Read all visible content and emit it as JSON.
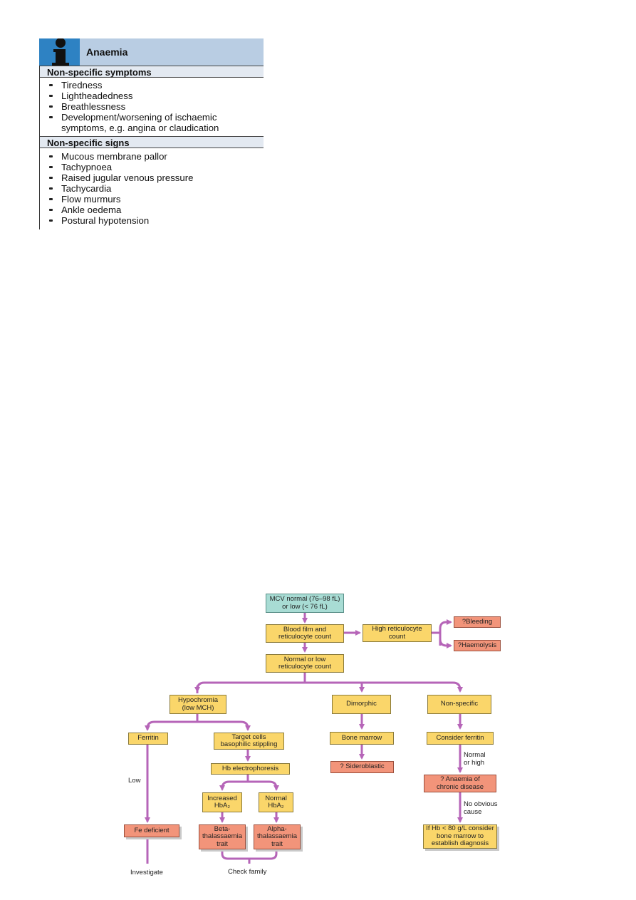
{
  "infobox": {
    "title": "Anaemia",
    "sections": [
      {
        "heading": "Non-specific symptoms",
        "items": [
          "Tiredness",
          "Lightheadedness",
          "Breathlessness",
          "Development/worsening of ischaemic symptoms, e.g. angina or claudication"
        ]
      },
      {
        "heading": "Non-specific signs",
        "items": [
          "Mucous membrane pallor",
          "Tachypnoea",
          "Raised jugular venous pressure",
          "Tachycardia",
          "Flow murmurs",
          "Ankle oedema",
          "Postural hypotension"
        ]
      }
    ]
  },
  "flowchart": {
    "colors": {
      "arrow": "#b665b8",
      "yellow": "#fad66a",
      "teal": "#a8dcd4",
      "red": "#f2947a"
    },
    "nodes": {
      "mcv": "MCV normal (76–98 fL)\nor low (< 76 fL)",
      "blood_film": "Blood film and\nreticulocyte count",
      "high_retic": "High reticulocyte\ncount",
      "bleeding": "?Bleeding",
      "haemolysis": "?Haemolysis",
      "normal_low_retic": "Normal or low\nreticulocyte count",
      "hypochromia": "Hypochromia\n(low MCH)",
      "dimorphic": "Dimorphic",
      "non_specific": "Non-specific",
      "ferritin": "Ferritin",
      "target_cells": "Target cells\nbasophilic stippling",
      "bone_marrow": "Bone marrow",
      "consider_ferritin": "Consider ferritin",
      "hb_electrophoresis": "Hb electrophoresis",
      "sideroblastic": "? Sideroblastic",
      "chronic_disease": "? Anaemia of\nchronic disease",
      "increased_hba2": "Increased\nHbA₂",
      "normal_hba2": "Normal\nHbA₂",
      "fe_deficient": "Fe deficient",
      "beta_thal": "Beta-\nthalassaemia\ntrait",
      "alpha_thal": "Alpha-\nthalassaemia\ntrait",
      "bone_marrow_consider": "If Hb < 80 g/L consider\nbone marrow to\nestablish diagnosis"
    },
    "labels": {
      "low": "Low",
      "normal_or_high": "Normal\nor high",
      "no_obvious_cause": "No obvious\ncause",
      "investigate": "Investigate",
      "check_family": "Check family"
    }
  }
}
